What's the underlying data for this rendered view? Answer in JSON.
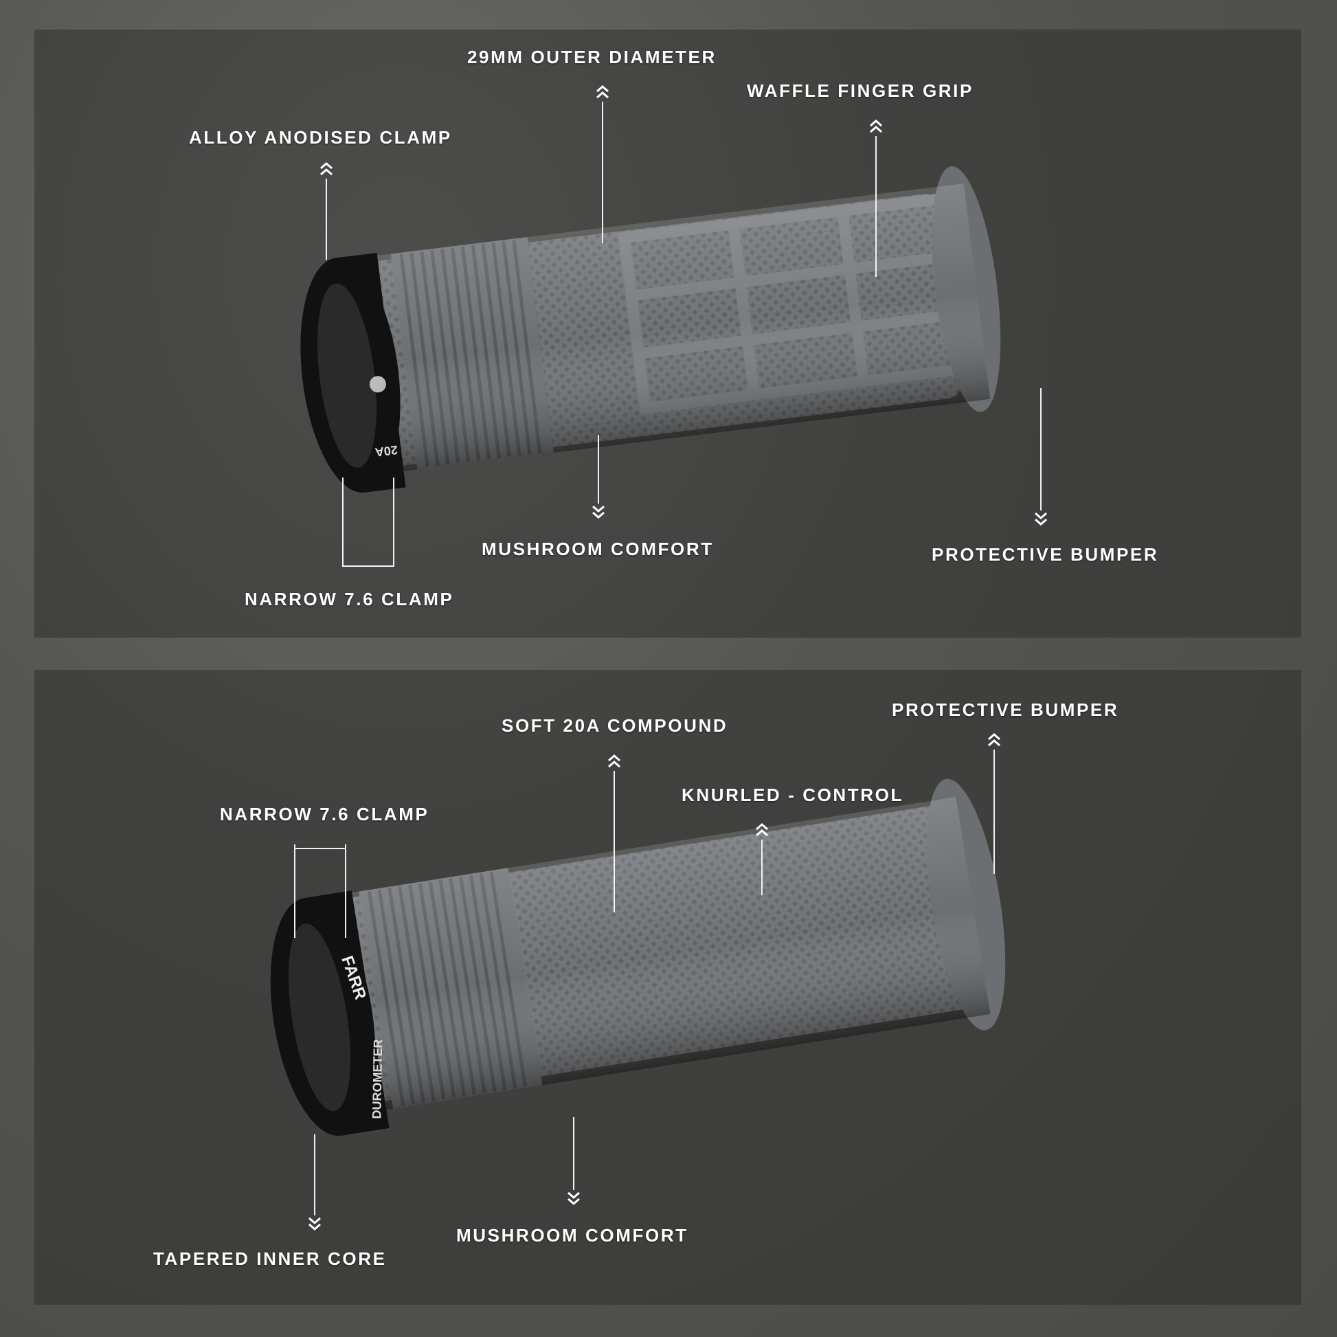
{
  "top_panel": {
    "callouts": [
      {
        "label": "29MM OUTER DIAMETER"
      },
      {
        "label": "WAFFLE FINGER GRIP"
      },
      {
        "label": "ALLOY ANODISED CLAMP"
      },
      {
        "label": "MUSHROOM COMFORT"
      },
      {
        "label": "PROTECTIVE BUMPER"
      },
      {
        "label": "NARROW 7.6 CLAMP"
      }
    ],
    "clamp_print": "20A"
  },
  "bottom_panel": {
    "callouts": [
      {
        "label": "SOFT 20A COMPOUND"
      },
      {
        "label": "PROTECTIVE BUMPER"
      },
      {
        "label": "KNURLED - CONTROL"
      },
      {
        "label": "NARROW 7.6 CLAMP"
      },
      {
        "label": "MUSHROOM COMFORT"
      },
      {
        "label": "TAPERED INNER CORE"
      }
    ],
    "clamp_print": "DUROMETER",
    "logo_text": "FARR"
  },
  "colors": {
    "grip": "#6f7275",
    "clamp": "#111111",
    "background": "#4e4e4c",
    "text": "#ffffff"
  }
}
